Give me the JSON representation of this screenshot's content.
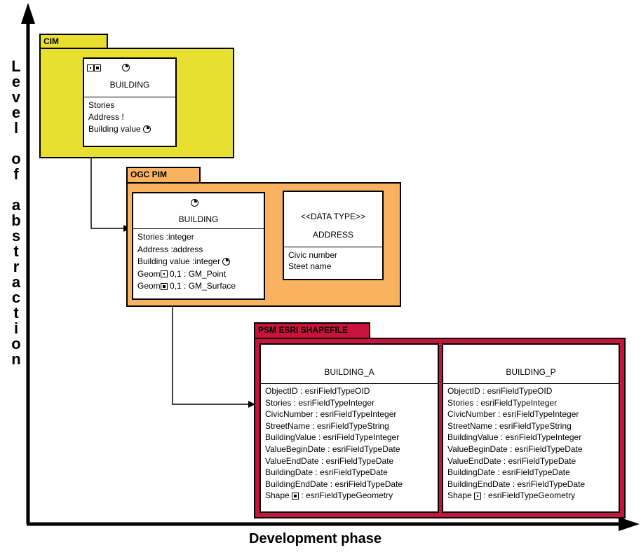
{
  "axes": {
    "y_label": "Level of abstraction",
    "y_letters": [
      "L",
      "e",
      "v",
      "e",
      "l",
      "",
      "o",
      "f",
      "",
      "a",
      "b",
      "s",
      "t",
      "r",
      "a",
      "c",
      "t",
      "i",
      "o",
      "n"
    ],
    "x_label": "Development phase"
  },
  "colors": {
    "cim": "#e8e030",
    "pim": "#f9b360",
    "psm": "#c8143c"
  },
  "cim": {
    "tab": "CIM",
    "building": {
      "name": "BUILDING",
      "attributes": [
        "Stories",
        "Address !",
        "Building value"
      ]
    }
  },
  "pim": {
    "tab": "OGC PIM",
    "building": {
      "name": "BUILDING",
      "attributes": [
        "Stories :integer",
        "Address :address",
        "Building value  :integer",
        "Geom",
        "Geom"
      ],
      "geom_point": "0,1 : GM_Point",
      "geom_surface": "0,1 : GM_Surface"
    },
    "address": {
      "stereotype": "<<DATA TYPE>>",
      "name": "ADDRESS",
      "attributes": [
        "Civic number",
        "Steet name"
      ]
    }
  },
  "psm": {
    "tab": "PSM ESRI SHAPEFILE",
    "building_a": {
      "name": "BUILDING_A",
      "attributes": [
        "ObjectID  : esriFieldTypeOID",
        "Stories  : esriFieldTypeInteger",
        "CivicNumber  : esriFieldTypeInteger",
        "StreetName  : esriFieldTypeString",
        "BuildingValue  : esriFieldTypeInteger",
        "ValueBeginDate : esriFieldTypeDate",
        "ValueEndDate  : esriFieldTypeDate",
        "BuildingDate  : esriFieldTypeDate",
        "BuildingEndDate : esriFieldTypeDate",
        "Shape",
        ": esriFieldTypeGeometry"
      ]
    },
    "building_p": {
      "name": "BUILDING_P",
      "attributes": [
        "ObjectID  : esriFieldTypeOID",
        "Stories  : esriFieldTypeInteger",
        "CivicNumber  : esriFieldTypeInteger",
        "StreetName  : esriFieldTypeString",
        "BuildingValue  : esriFieldTypeInteger",
        "ValueBeginDate : esriFieldTypeDate",
        "ValueEndDate  : esriFieldTypeDate",
        "BuildingDate  : esriFieldTypeDate",
        "BuildingEndDate : esriFieldTypeDate",
        "Shape",
        ": esriFieldTypeGeometry"
      ]
    }
  }
}
